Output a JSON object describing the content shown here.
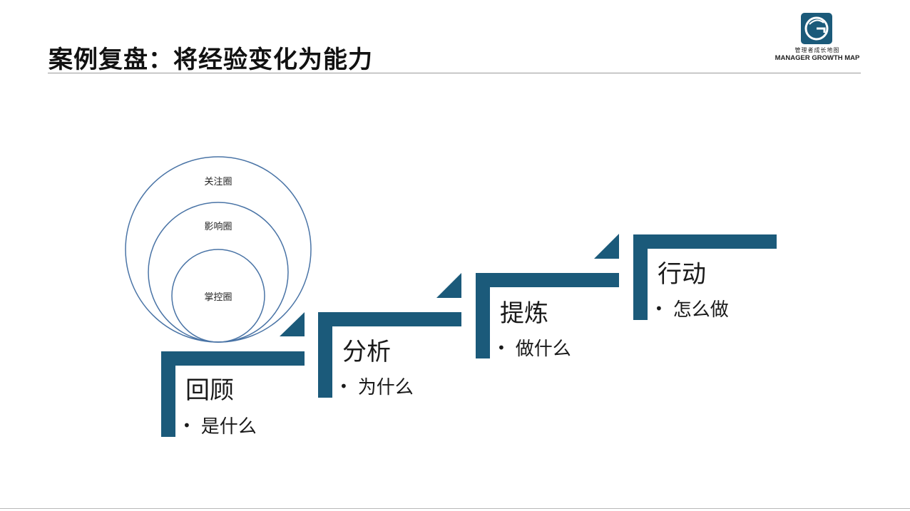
{
  "header": {
    "title": "案例复盘：将经验变化为能力"
  },
  "logo": {
    "name_cn": "管理者成长地图",
    "name_en": "MANAGER GROWTH MAP"
  },
  "circles": {
    "outer": "关注圈",
    "middle": "影响圈",
    "inner": "掌控圈"
  },
  "steps": [
    {
      "title": "回顾",
      "bullet": "是什么"
    },
    {
      "title": "分析",
      "bullet": "为什么"
    },
    {
      "title": "提炼",
      "bullet": "做什么"
    },
    {
      "title": "行动",
      "bullet": "怎么做"
    }
  ],
  "colors": {
    "step_fill": "#1b5a7a",
    "circle_stroke": "#4a74a6"
  }
}
